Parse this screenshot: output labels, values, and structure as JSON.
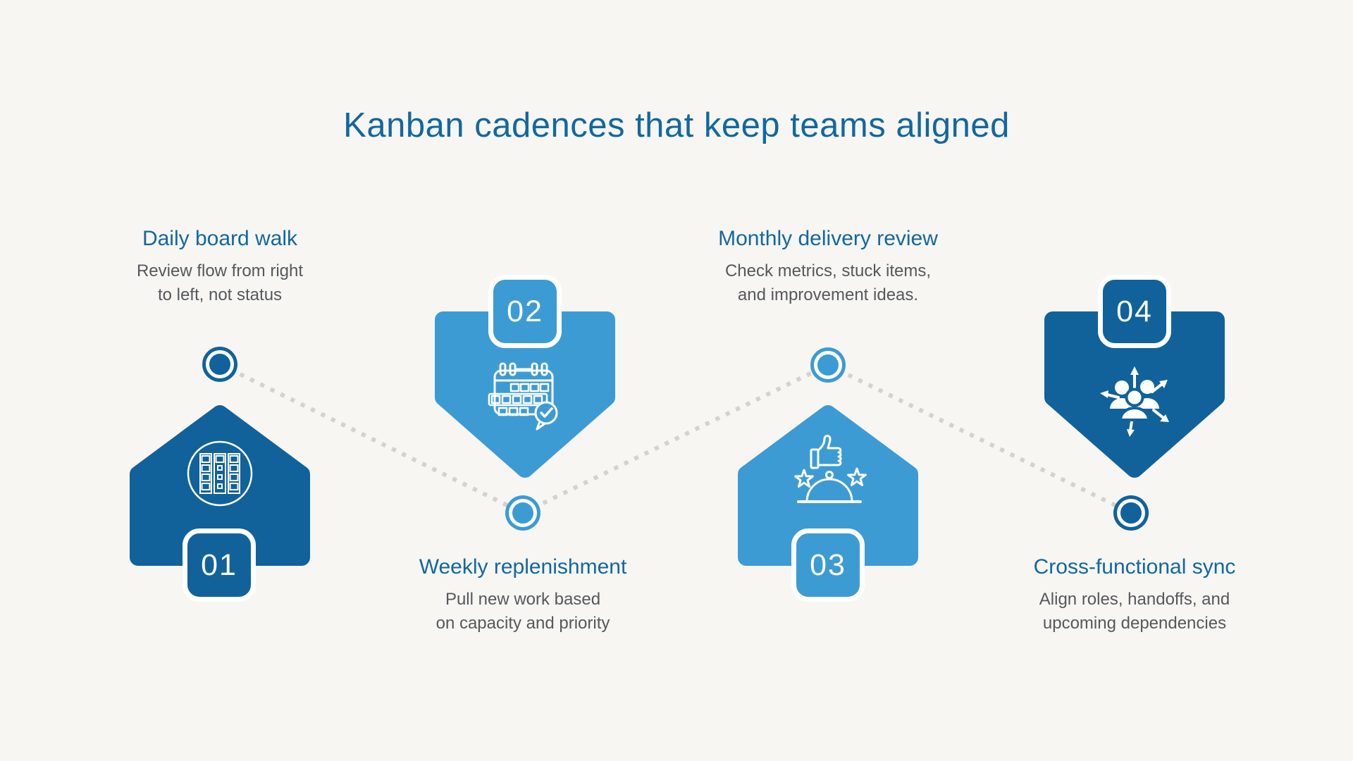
{
  "title": "Kanban cadences that keep teams aligned",
  "steps": [
    {
      "number": "01",
      "heading": "Daily board walk",
      "line1": "Review flow from right",
      "line2": "to left, not status",
      "icon": "kanban-board-icon",
      "shape": "arrow-up",
      "tone": "dark"
    },
    {
      "number": "02",
      "heading": "Weekly replenishment",
      "line1": "Pull new work based",
      "line2": "on capacity and priority",
      "icon": "calendar-check-icon",
      "shape": "arrow-down",
      "tone": "light"
    },
    {
      "number": "03",
      "heading": "Monthly delivery review",
      "line1": "Check metrics, stuck items,",
      "line2": "and improvement ideas.",
      "icon": "rating-cloche-icon",
      "shape": "arrow-up",
      "tone": "light"
    },
    {
      "number": "04",
      "heading": "Cross-functional sync",
      "line1": "Align roles, handoffs, and",
      "line2": "upcoming dependencies",
      "icon": "team-sync-arrows-icon",
      "shape": "arrow-down",
      "tone": "dark"
    }
  ],
  "colors": {
    "dark_blue": "#11629b",
    "light_blue": "#3d9bd4",
    "heading_blue": "#12689e",
    "body_gray": "#55585c",
    "background": "#f7f6f3",
    "connector_gray": "#d3d2cf"
  }
}
